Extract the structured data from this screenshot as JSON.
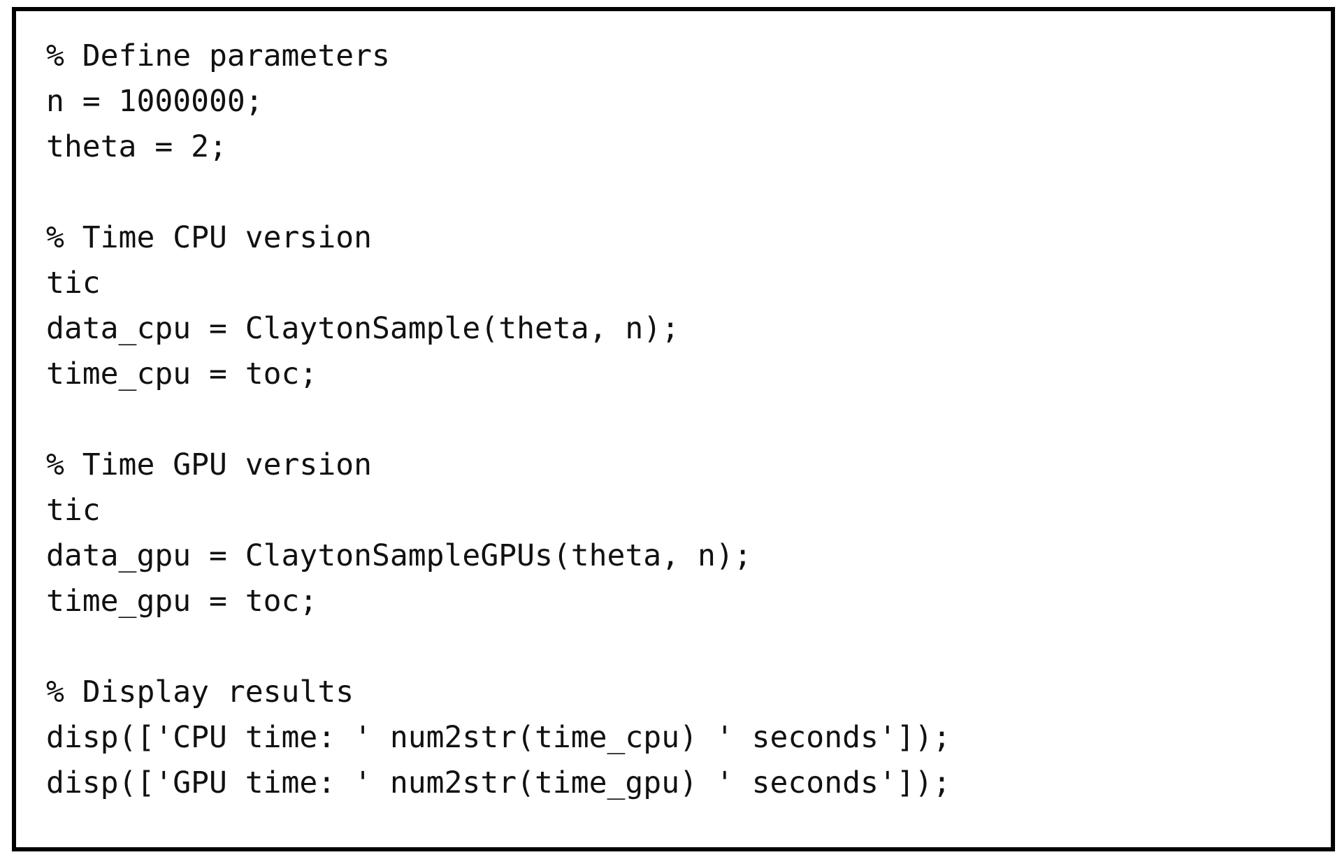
{
  "page": {
    "background_color": "#ffffff",
    "text_color": "#111111",
    "border_color": "#000000"
  },
  "code_listing": {
    "lines": [
      "% Define parameters",
      "n = 1000000;",
      "theta = 2;",
      "",
      "% Time CPU version",
      "tic",
      "data_cpu = ClaytonSample(theta, n);",
      "time_cpu = toc;",
      "",
      "% Time GPU version",
      "tic",
      "data_gpu = ClaytonSampleGPUs(theta, n);",
      "time_gpu = toc;",
      "",
      "% Display results",
      "disp(['CPU time: ' num2str(time_cpu) ' seconds']);",
      "disp(['GPU time: ' num2str(time_gpu) ' seconds']);"
    ]
  }
}
